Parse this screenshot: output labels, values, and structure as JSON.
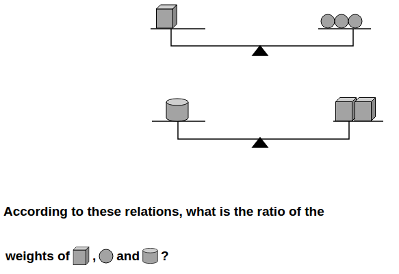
{
  "diagram": {
    "labels": [
      "According to these relations, what is the ratio of the",
      "weights of",
      ",",
      "and",
      "?"
    ]
  }
}
